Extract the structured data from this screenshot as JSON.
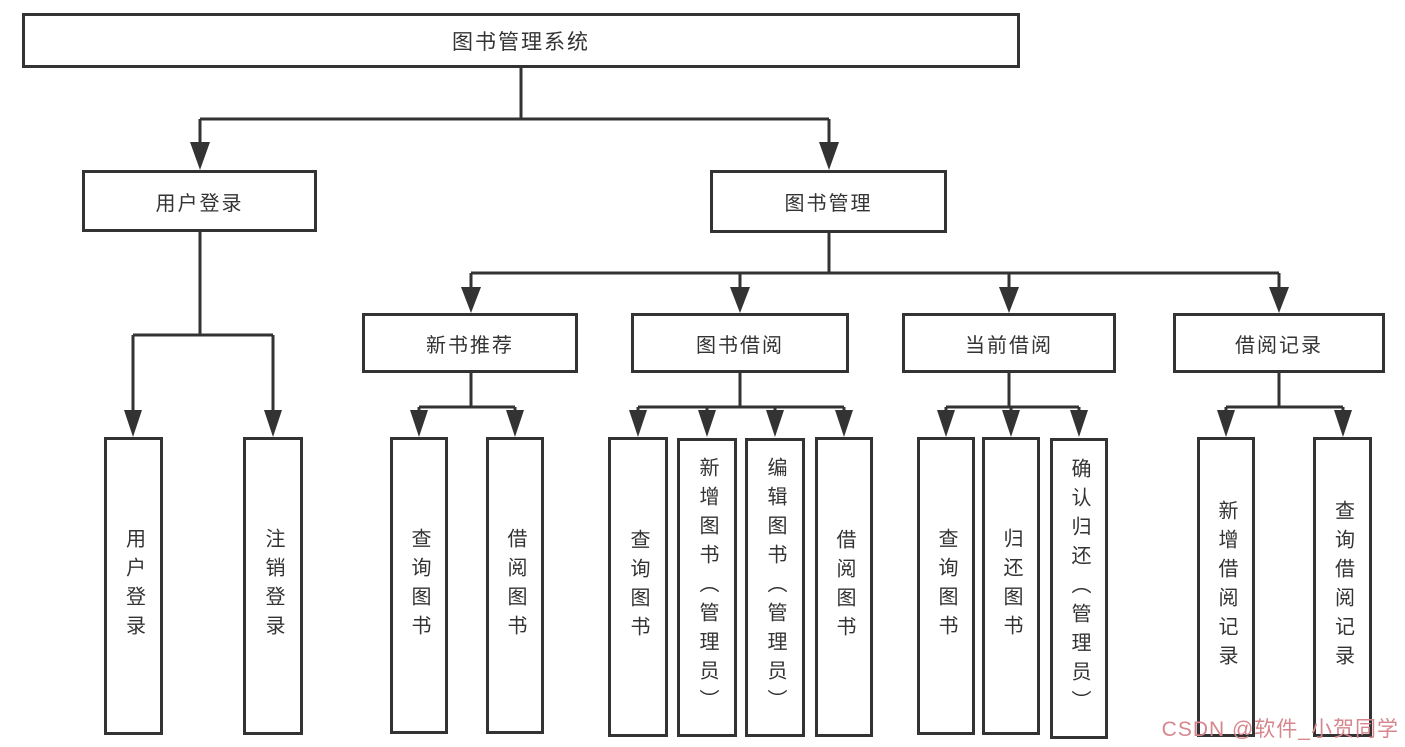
{
  "diagram": {
    "root": {
      "label": "图书管理系统"
    },
    "branches": [
      {
        "label": "用户登录",
        "children": [
          {
            "label": "用户登录"
          },
          {
            "label": "注销登录"
          }
        ]
      },
      {
        "label": "图书管理",
        "children": [
          {
            "label": "新书推荐",
            "children": [
              {
                "label": "查询图书"
              },
              {
                "label": "借阅图书"
              }
            ]
          },
          {
            "label": "图书借阅",
            "children": [
              {
                "label": "查询图书"
              },
              {
                "label": "新增图书（管理员）"
              },
              {
                "label": "编辑图书（管理员）"
              },
              {
                "label": "借阅图书"
              }
            ]
          },
          {
            "label": "当前借阅",
            "children": [
              {
                "label": "查询图书"
              },
              {
                "label": "归还图书"
              },
              {
                "label": "确认归还（管理员）"
              }
            ]
          },
          {
            "label": "借阅记录",
            "children": [
              {
                "label": "新增借阅记录"
              },
              {
                "label": "查询借阅记录"
              }
            ]
          }
        ]
      }
    ]
  },
  "watermark": {
    "text": "CSDN @软件_小贺同学",
    "color": "#d6868c"
  },
  "colors": {
    "line": "#333333",
    "background": "#ffffff"
  }
}
